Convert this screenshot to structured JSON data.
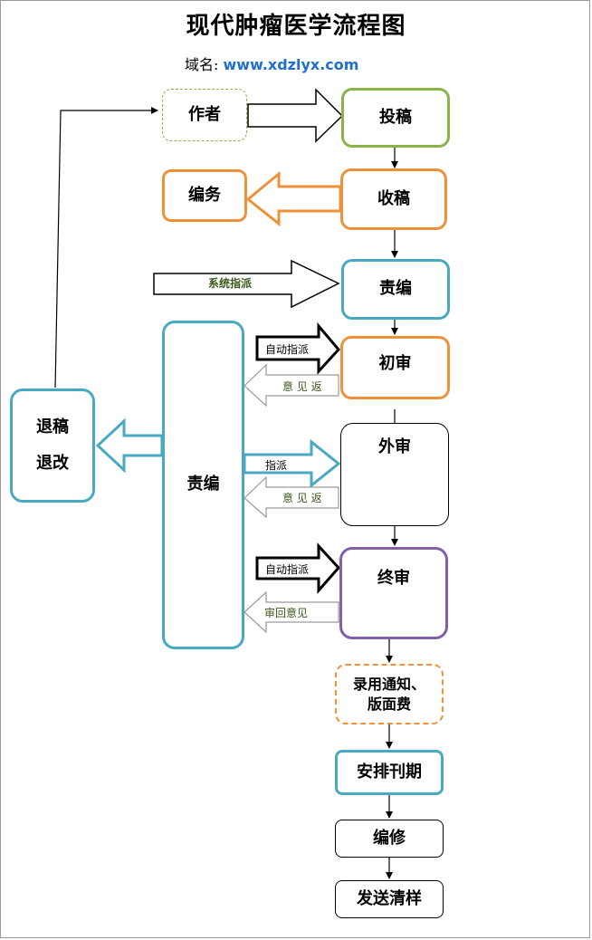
{
  "title": "现代肿瘤医学流程图",
  "domain": {
    "label": "域名:",
    "url": "www.xdzlyx.com"
  },
  "nodes": {
    "author": "作者",
    "submit": "投稿",
    "receive": "收稿",
    "editorial": "编务",
    "editor_top": "责编",
    "initial_review": "初审",
    "external_review": "外审",
    "final_review": "终审",
    "editor_big": "责编",
    "return_line1": "退稿",
    "return_line2": "退改",
    "accept_line1": "录用通知、",
    "accept_line2": "版面费",
    "schedule": "安排刊期",
    "edit": "编修",
    "proof": "发送清样"
  },
  "arrow_labels": {
    "system_assign": "系统指派",
    "auto_assign_1": "自动指派",
    "opinion_return_1": "意 见 返",
    "assign": "指派",
    "opinion_return_2": "意 见 返",
    "auto_assign_2": "自动指派",
    "review_return": "审回意见"
  },
  "colors": {
    "green": "#8bb34a",
    "orange": "#f0913a",
    "teal": "#4aa9c2",
    "purple": "#8060a8",
    "black": "#000000",
    "dashed_green": "#8bb34a"
  }
}
